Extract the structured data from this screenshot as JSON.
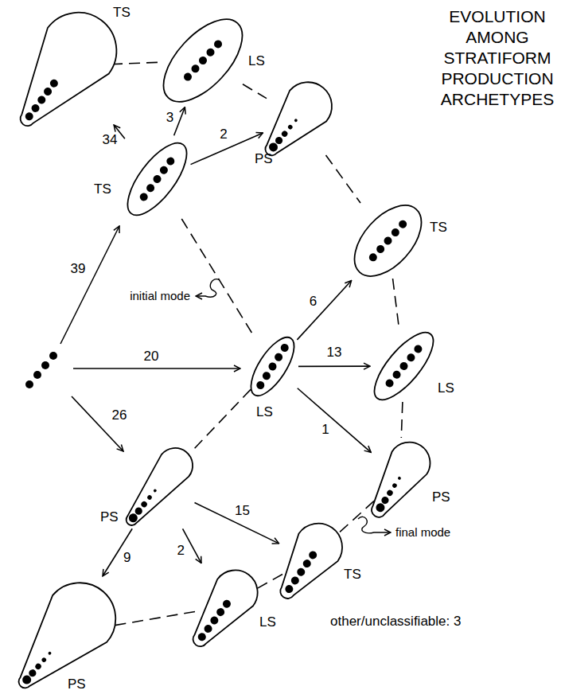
{
  "diagram": {
    "title": "EVOLUTION AMONG STRATIFORM PRODUCTION ARCHETYPES",
    "nodes": [
      {
        "text": [
          "TS"
        ]
      },
      {
        "text": [
          "LS"
        ]
      },
      {
        "text": [
          "PS"
        ]
      },
      {
        "text": [
          "TS"
        ]
      },
      {
        "text": [
          "TS"
        ]
      },
      {
        "text": [
          "LS"
        ]
      },
      {
        "text": [
          "LS"
        ]
      },
      {
        "text": [
          "PS"
        ]
      },
      {
        "text": [
          "PS"
        ]
      },
      {
        "text": [
          "TS"
        ]
      },
      {
        "text": [
          "LS"
        ]
      },
      {
        "text": [
          "PS"
        ]
      }
    ],
    "edges": [
      {
        "from": 0,
        "to": 1,
        "arrow": "none"
      },
      {
        "from": 1,
        "to": 2,
        "arrow": "none"
      },
      {
        "from": 2,
        "to": 4,
        "arrow": "none"
      },
      {
        "from": 4,
        "to": 6,
        "arrow": "none"
      },
      {
        "from": 6,
        "to": 7,
        "arrow": "none"
      },
      {
        "from": 7,
        "to": 9,
        "arrow": "none"
      },
      {
        "from": 9,
        "to": 10,
        "arrow": "none"
      },
      {
        "from": 10,
        "to": 11,
        "arrow": "none"
      },
      {
        "from": 3,
        "to": 5,
        "arrow": "none"
      },
      {
        "from": 5,
        "to": 8,
        "arrow": "none"
      },
      {
        "from": 3,
        "to": 0,
        "arrow": "to",
        "label": "34"
      },
      {
        "from": 3,
        "to": 1,
        "arrow": "to",
        "label": "3"
      },
      {
        "from": 3,
        "to": 2,
        "arrow": "to",
        "label": "2"
      },
      {
        "from": 5,
        "to": 4,
        "arrow": "to",
        "label": "6"
      },
      {
        "from": 5,
        "to": 6,
        "arrow": "to",
        "label": "13"
      },
      {
        "from": 5,
        "to": 7,
        "arrow": "to",
        "label": "1"
      },
      {
        "from": 8,
        "to": 11,
        "arrow": "to",
        "label": "9"
      },
      {
        "from": 8,
        "to": 10,
        "arrow": "to",
        "label": "2"
      },
      {
        "from": 8,
        "to": 9,
        "arrow": "to",
        "label": "15"
      }
    ],
    "labels": [
      "39",
      "20",
      "26",
      "initial mode",
      "final mode",
      "other/unclassifiable: 3"
    ]
  }
}
